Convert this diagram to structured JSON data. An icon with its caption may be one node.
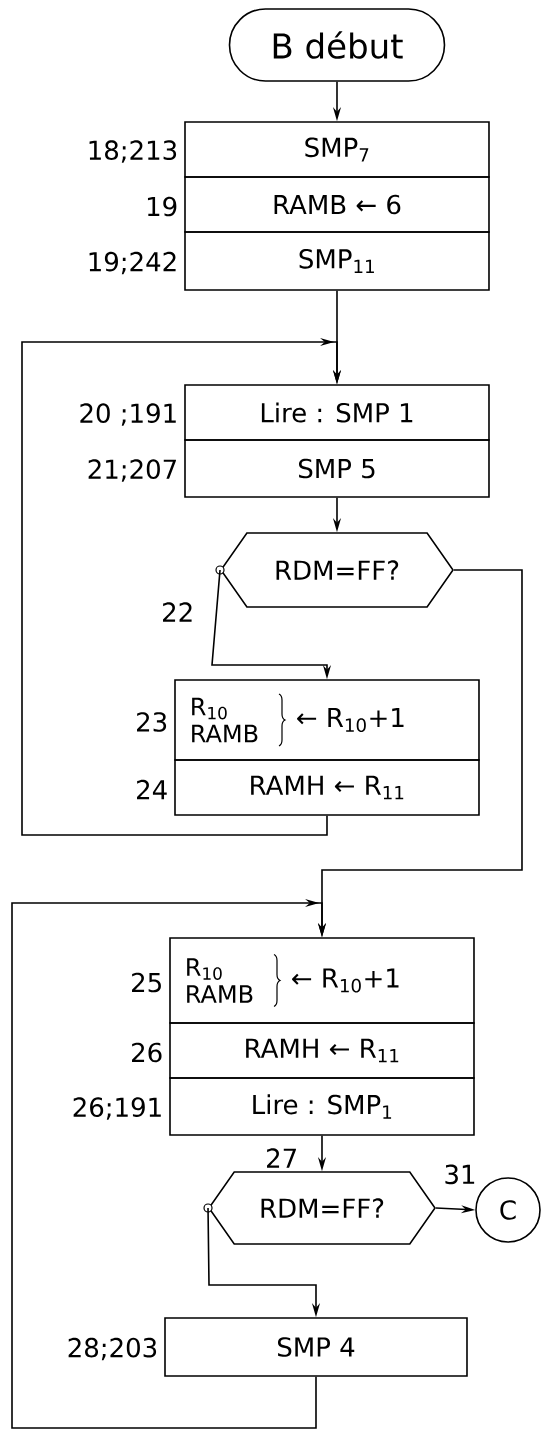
{
  "diagram": {
    "nodes": [
      {
        "text": [
          "B début"
        ]
      },
      {
        "text": [
          "SMP$_{7}$"
        ],
        "beside": [
          "18;213"
        ]
      },
      {
        "text": [
          "RAMB ← 6"
        ],
        "beside": [
          "19"
        ]
      },
      {
        "text": [
          "SMP$_{11}$"
        ],
        "beside": [
          "19;242"
        ]
      },
      {
        "text": [
          "Lire : SMP 1"
        ],
        "beside": [
          "20 ;191"
        ]
      },
      {
        "text": [
          "SMP 5"
        ],
        "beside": [
          "21;207"
        ]
      },
      {
        "text": [
          "RDM=FF?"
        ]
      },
      {
        "text": [
          "R$_{10}$ RAMB",
          "← R$_{10}$+1"
        ],
        "beside": [
          "23"
        ]
      },
      {
        "text": [
          "RAMH ← R$_{11}$"
        ],
        "beside": [
          "24"
        ]
      },
      {
        "text": [
          "R$_{10}$ RAMB",
          "← R$_{10}$+1"
        ],
        "beside": [
          "25"
        ]
      },
      {
        "text": [
          "RAMH ← R$_{11}$"
        ],
        "beside": [
          "26"
        ]
      },
      {
        "text": [
          "Lire : SMP$_{1}$"
        ],
        "beside": [
          "26;191"
        ]
      },
      {
        "text": [
          "RDM=FF?"
        ]
      },
      {
        "text": [
          "C"
        ]
      },
      {
        "text": [
          "SMP 4"
        ],
        "beside": [
          "28;203"
        ]
      }
    ],
    "edges": [
      {
        "from": 0,
        "to": 1,
        "arrow": "to"
      },
      {
        "from": 3,
        "to": 4,
        "arrow": "to"
      },
      {
        "from": 8,
        "to": 4,
        "arrow": "to"
      },
      {
        "from": 5,
        "to": 6,
        "arrow": "to"
      },
      {
        "from": 6,
        "to": 7,
        "arrow": "to",
        "label": "22"
      },
      {
        "from": 6,
        "to": 9,
        "arrow": "to"
      },
      {
        "from": 14,
        "to": 9,
        "arrow": "to"
      },
      {
        "from": 11,
        "to": 12,
        "arrow": "to",
        "label": "27"
      },
      {
        "from": 12,
        "to": 13,
        "arrow": "to",
        "label": "31"
      },
      {
        "from": 12,
        "to": 14,
        "arrow": "to"
      }
    ]
  }
}
